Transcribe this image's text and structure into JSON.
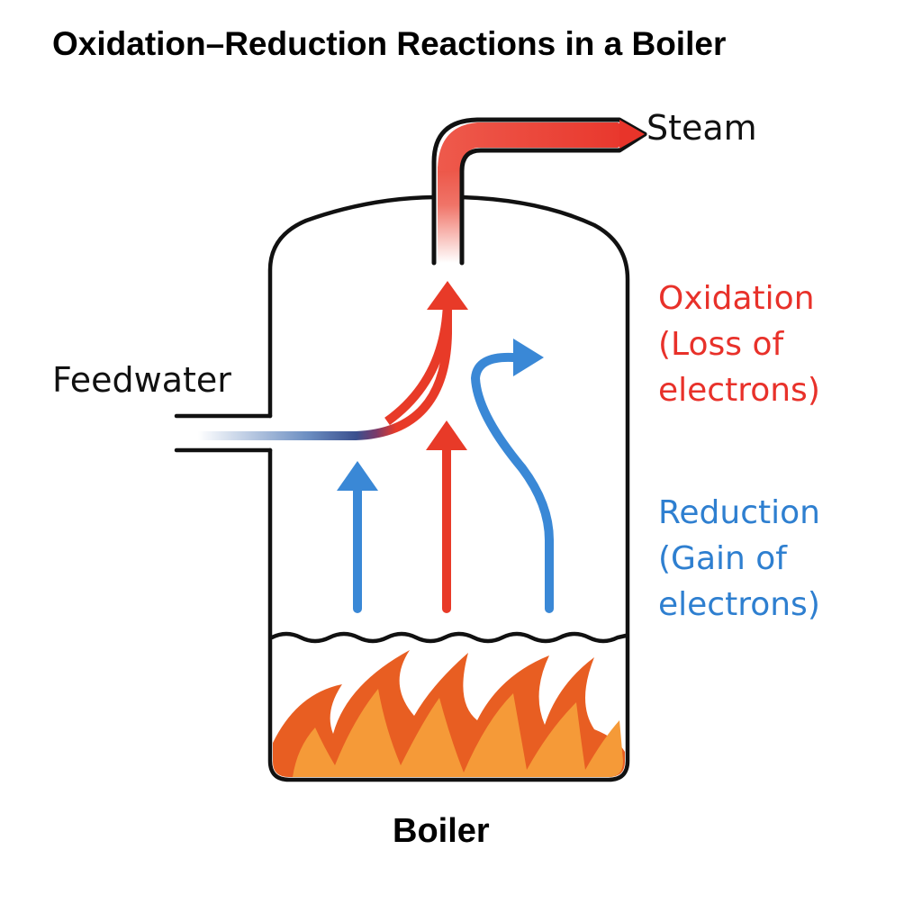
{
  "title": "Oxidation–Reduction Reactions in a Boiler",
  "labels": {
    "steam": "Steam",
    "feedwater": "Feedwater",
    "boiler": "Boiler"
  },
  "legend": {
    "oxidation": {
      "lines": [
        "Oxidation",
        "(Loss of",
        "electrons)"
      ],
      "color": "#e8312a"
    },
    "reduction": {
      "lines": [
        "Reduction",
        "(Gain of",
        "electrons)"
      ],
      "color": "#2e7fd0"
    }
  },
  "colors": {
    "outline": "#111111",
    "oxidation_arrow": "#e83a28",
    "reduction_arrow": "#3a88d6",
    "flame_outer": "#e85e22",
    "flame_inner": "#f59a38",
    "steam_pipe": "#e8362a"
  }
}
